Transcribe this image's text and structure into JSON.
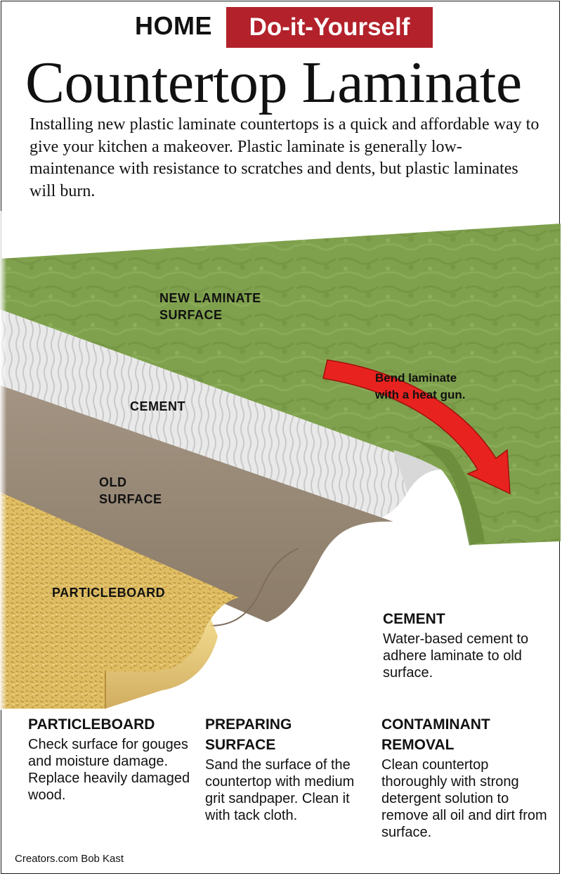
{
  "header": {
    "home": "HOME",
    "section": "Do-it-Yourself",
    "title": "Countertop Laminate",
    "intro": "Installing new plastic laminate countertops is a quick and affordable way to give your kitchen a makeover. Plastic laminate is generally low-maintenance with resistance to scratches and dents, but plastic laminates will burn."
  },
  "illustration": {
    "labels": {
      "new_laminate": "NEW LAMINATE\nSURFACE",
      "cement": "CEMENT",
      "old_surface": "OLD\nSURFACE",
      "particleboard": "PARTICLEBOARD"
    },
    "arrow_note": "Bend laminate\nwith a heat gun.",
    "colors": {
      "laminate": "#7fa14d",
      "cement": "#ebebeb",
      "old_surface": "#9b8b78",
      "particleboard": "#e3c36a",
      "arrow": "#e8231f"
    }
  },
  "info": {
    "cement": {
      "title": "CEMENT",
      "body": "Water-based cement to adhere laminate to old surface."
    },
    "particleboard": {
      "title": "PARTICLEBOARD",
      "body": "Check surface for gouges and moisture damage. Replace heavily damaged wood."
    },
    "preparing": {
      "title": "PREPARING\nSURFACE",
      "body": "Sand the surface of the countertop with medium grit sandpaper. Clean it with tack cloth."
    },
    "contaminant": {
      "title": "CONTAMINANT\nREMOVAL",
      "body": "Clean countertop thoroughly with strong detergent solution to remove all oil and dirt from surface."
    }
  },
  "credit": "Creators.com Bob Kast"
}
